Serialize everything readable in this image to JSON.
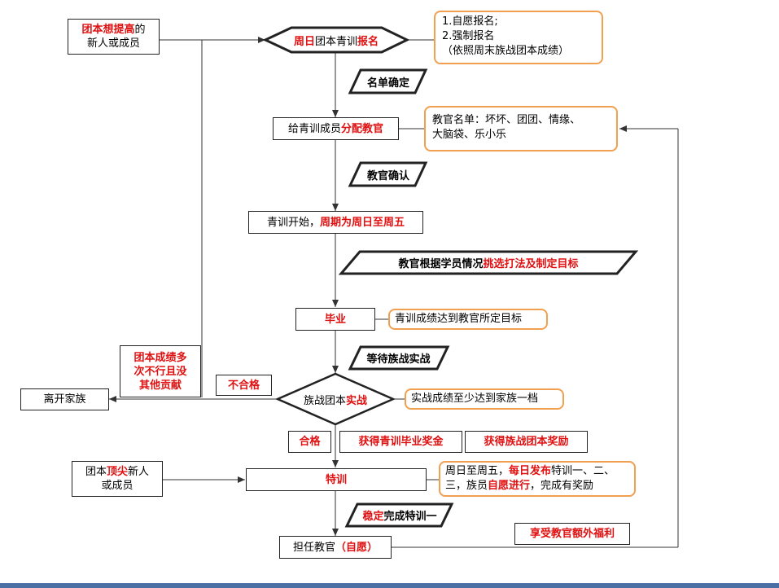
{
  "nodes": {
    "improve": {
      "red": "团本想提高",
      "rest": "的",
      "line2": "新人或成员"
    },
    "signup": {
      "red1": "周日",
      "mid": "团本青训",
      "red2": "报名"
    },
    "signup_note": {
      "line1": "1.自愿报名;",
      "line2": "2.强制报名",
      "line3": "（依照周末族战团本成绩）"
    },
    "list_confirm": "名单确定",
    "assign": {
      "pre": "给青训成员",
      "red": "分配教官"
    },
    "coach_note": {
      "line1": "教官名单：坏坏、团团、情缘、",
      "line2": "大脑袋、乐小乐"
    },
    "coach_confirm": "教官确认",
    "start": {
      "pre": "青训开始，",
      "red": "周期为周日至周五"
    },
    "pick": {
      "pre": "教官根据学员情况",
      "red": "挑选打法及制定目标"
    },
    "graduate": "毕业",
    "graduate_note": "青训成绩达到教官所定目标",
    "wait": "等待族战实战",
    "battle": {
      "pre": "族战团本",
      "red": "实战"
    },
    "battle_note": "实战成绩至少达到家族一档",
    "fail_label": "不合格",
    "poor": {
      "line1": "团本成绩多",
      "line2": "次不行且没",
      "line3": "其他贡献"
    },
    "leave": "离开家族",
    "pass_label": "合格",
    "bonus1": "获得青训毕业奖金",
    "bonus2": "获得族战团本奖励",
    "top": {
      "pre": "团本",
      "red": "顶尖",
      "post": "新人",
      "line2": "或成员"
    },
    "special": "特训",
    "special_note": {
      "l1a": "周日至周五，",
      "l1red": "每日发布",
      "l1b": "特训一、二、",
      "l2a": "三，族员",
      "l2red": "自愿进行",
      "l2b": "，完成有奖励"
    },
    "stable": {
      "red": "稳定",
      "rest": "完成特训一"
    },
    "welfare": "享受教官额外福利",
    "coach": {
      "pre": "担任教官",
      "red": "（自愿）"
    }
  }
}
